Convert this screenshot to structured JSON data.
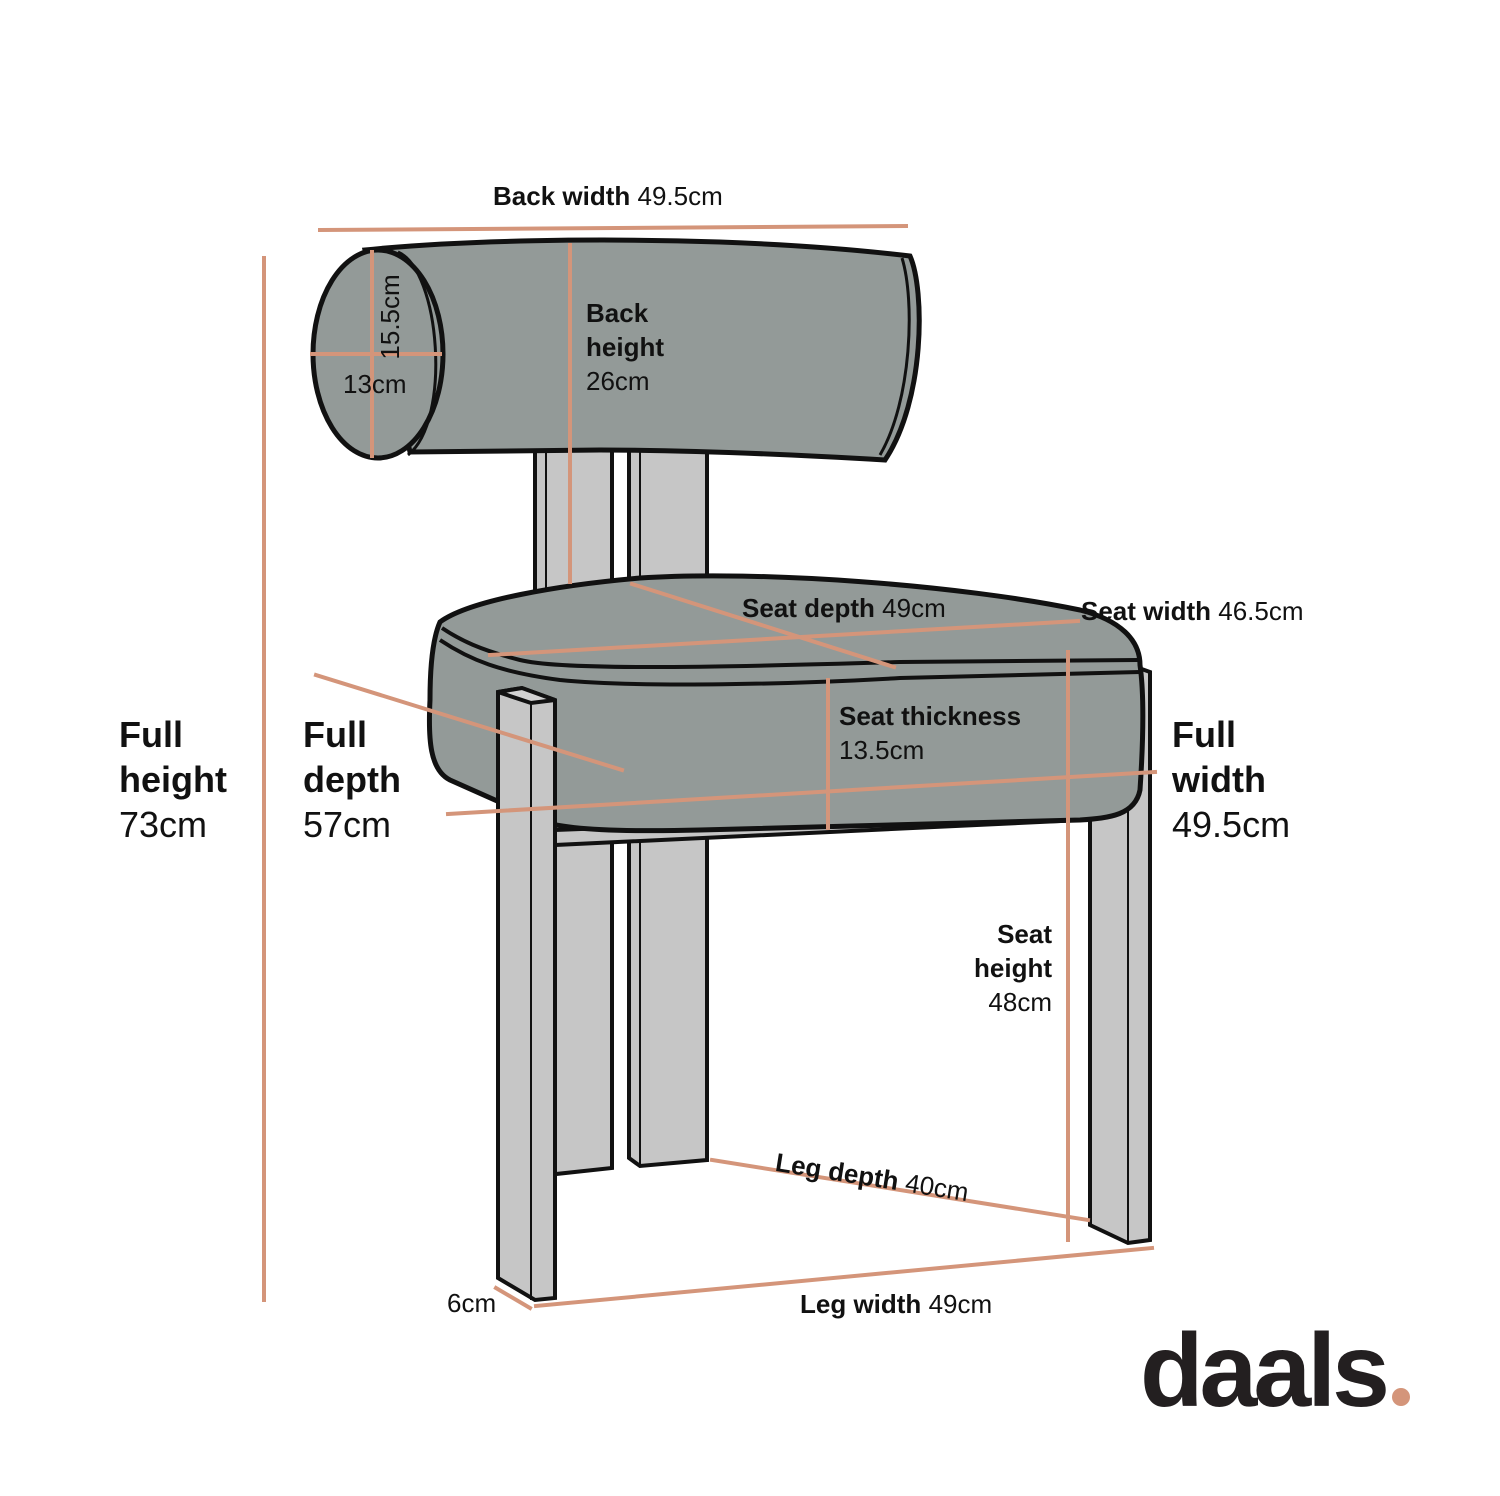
{
  "colors": {
    "measure_line": "#d4957a",
    "upholstery": "#939a98",
    "leg": "#c6c6c6",
    "outline": "#111111",
    "brand_dot": "#d4957a",
    "text": "#111111"
  },
  "labels": {
    "back_width": {
      "title": "Back width",
      "value": "49.5cm"
    },
    "back_height": {
      "title_line1": "Back",
      "title_line2": "height",
      "value": "26cm"
    },
    "bolster_height": {
      "value": "15.5cm"
    },
    "bolster_depth": {
      "value": "13cm"
    },
    "seat_depth": {
      "title": "Seat depth",
      "value": "49cm"
    },
    "seat_width": {
      "title": "Seat width",
      "value": "46.5cm"
    },
    "seat_thickness": {
      "title": "Seat thickness",
      "value": "13.5cm"
    },
    "full_height": {
      "title_line1": "Full",
      "title_line2": "height",
      "value": "73cm"
    },
    "full_depth": {
      "title_line1": "Full",
      "title_line2": "depth",
      "value": "57cm"
    },
    "full_width": {
      "title_line1": "Full",
      "title_line2": "width",
      "value": "49.5cm"
    },
    "seat_height": {
      "title_line1": "Seat",
      "title_line2": "height",
      "value": "48cm"
    },
    "leg_depth": {
      "title": "Leg depth",
      "value": "40cm"
    },
    "leg_width": {
      "title": "Leg width",
      "value": "49cm"
    },
    "leg_thickness": {
      "value": "6cm"
    }
  },
  "brand": {
    "name": "daals",
    "dot": "."
  }
}
